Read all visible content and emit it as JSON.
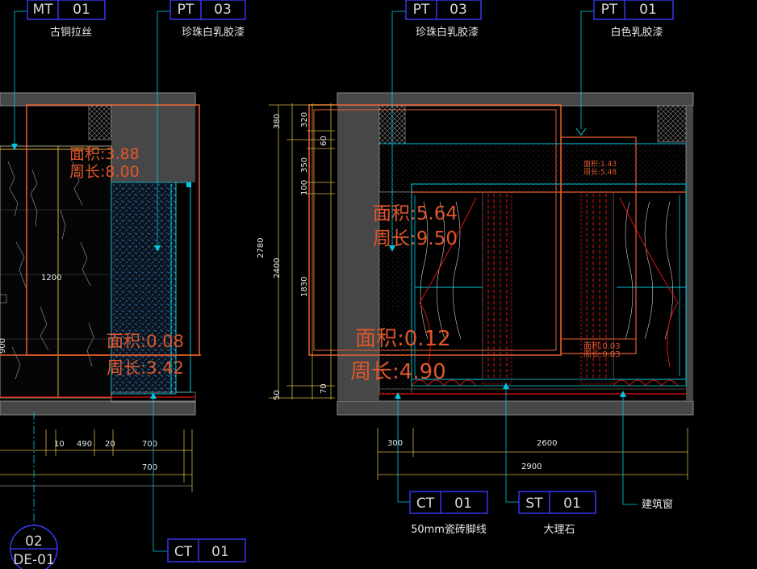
{
  "tags": {
    "mt01": {
      "code": "MT",
      "num": "01",
      "desc": "古铜拉丝"
    },
    "pt03a": {
      "code": "PT",
      "num": "03",
      "desc": "珍珠白乳胶漆"
    },
    "pt03b": {
      "code": "PT",
      "num": "03",
      "desc": "珍珠白乳胶漆"
    },
    "pt01": {
      "code": "PT",
      "num": "01",
      "desc": "白色乳胶漆"
    },
    "ct01a": {
      "code": "CT",
      "num": "01",
      "desc": "50mm瓷砖脚线"
    },
    "st01": {
      "code": "ST",
      "num": "01",
      "desc": "大理石"
    },
    "ct01b": {
      "code": "CT",
      "num": "01"
    }
  },
  "callouts": {
    "window": "建筑窗"
  },
  "section_marker": {
    "num": "02",
    "sheet": "DE-01"
  },
  "area_labels": {
    "a1_area": "面积:3.88",
    "a1_perim": "周长:8.00",
    "a2_area": "面积:0.08",
    "a2_perim": "周长:3.42",
    "a3_area": "面积:5.64",
    "a3_perim": "周长:9.50",
    "a4_area": "面积:0.12",
    "a4_perim": "周长:4.90",
    "a5_area": "面积:1.43",
    "a5_perim": "周长:5.48",
    "a6_area": "面积:0.03",
    "a6_perim": "周长:0.83"
  },
  "dims": {
    "bottom_left": [
      "10",
      "490",
      "20",
      "700"
    ],
    "bottom_left_total": "700",
    "left_mid": "1200",
    "left_low": "900",
    "left_outer": [
      "380",
      "2400",
      "50"
    ],
    "left_total": "2780",
    "left_inner": [
      "320",
      "350",
      "100",
      "1830"
    ],
    "left_inner2": [
      "60",
      "70"
    ],
    "bottom_right": [
      "300",
      "2600"
    ],
    "bottom_right_total": "2900"
  },
  "colors": {
    "orange": "#e8602c",
    "cyan": "#00c8e0",
    "blue": "#3a3aff",
    "grey": "#474747",
    "red": "#e01010",
    "yellow": "#d4b040"
  }
}
